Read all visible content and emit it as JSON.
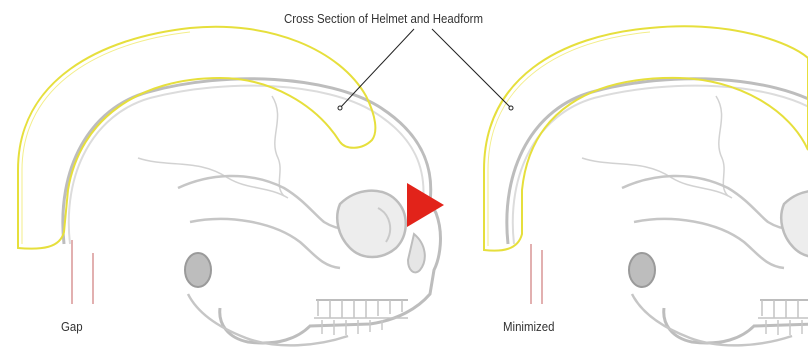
{
  "diagram": {
    "callout_label": "Cross Section of Helmet and Headform",
    "left_panel_label": "Gap",
    "right_panel_label": "Minimized",
    "arrow_icon": "play-triangle-icon"
  },
  "colors": {
    "helmet_outline": "#e6df3c",
    "skull_line": "#c8c8c8",
    "skull_outline": "#bcbcbc",
    "gap_marker": "#cf7a7a",
    "arrow": "#e2231a",
    "leader_line": "#222222",
    "text": "#333333"
  }
}
